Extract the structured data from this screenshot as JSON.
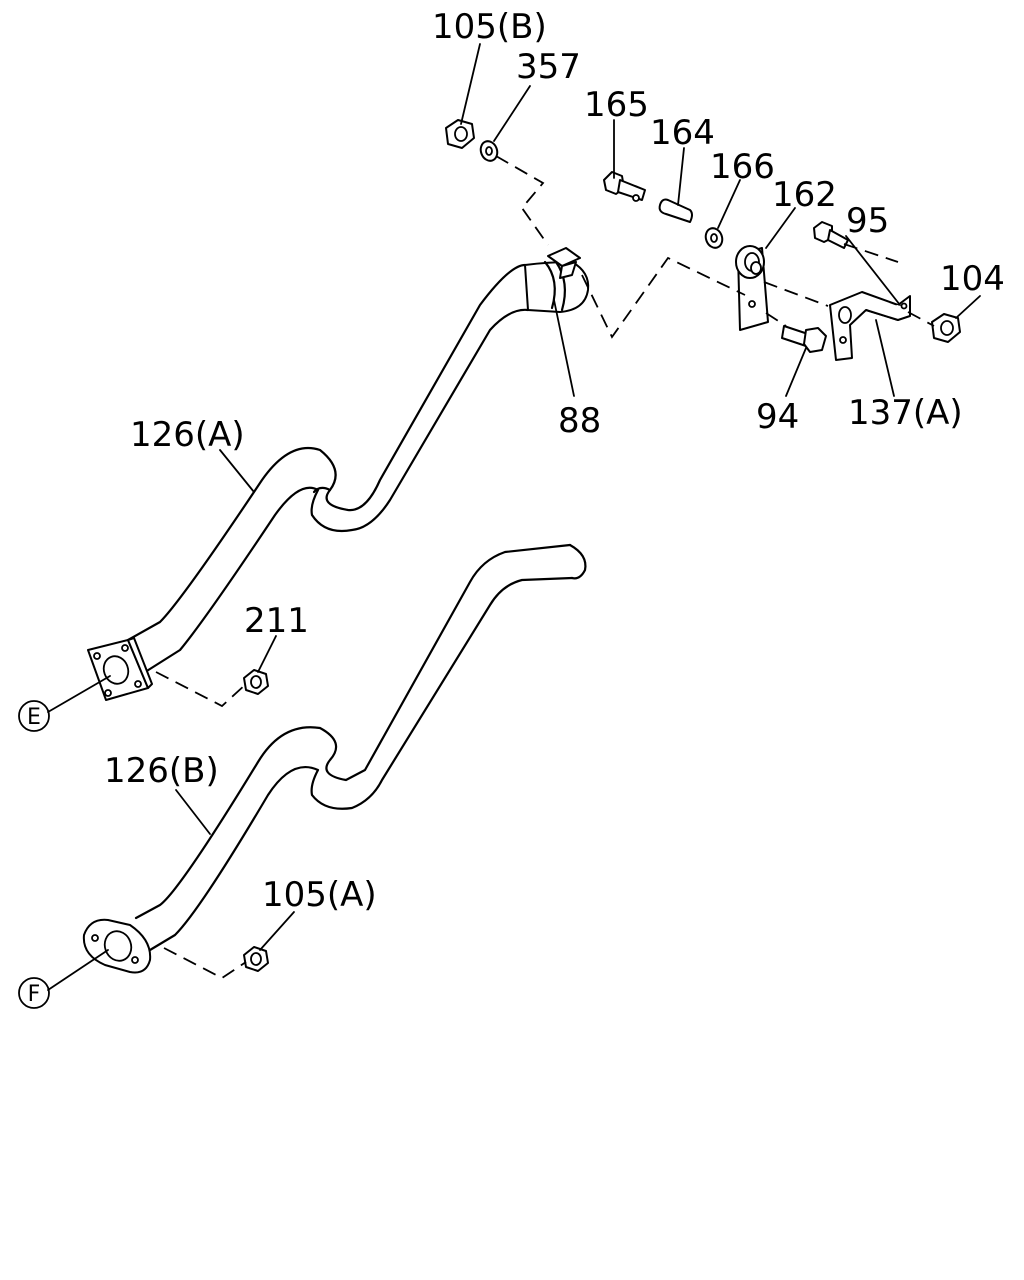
{
  "labels": {
    "p105b": "105(B)",
    "p357": "357",
    "p165": "165",
    "p164": "164",
    "p166": "166",
    "p162": "162",
    "p95": "95",
    "p104": "104",
    "p88": "88",
    "p94": "94",
    "p137a": "137(A)",
    "p126a": "126(A)",
    "p211": "211",
    "p126b": "126(B)",
    "p105a": "105(A)",
    "refE": "E",
    "refF": "F"
  },
  "colors": {
    "ink": "#000000",
    "paper": "#ffffff"
  }
}
